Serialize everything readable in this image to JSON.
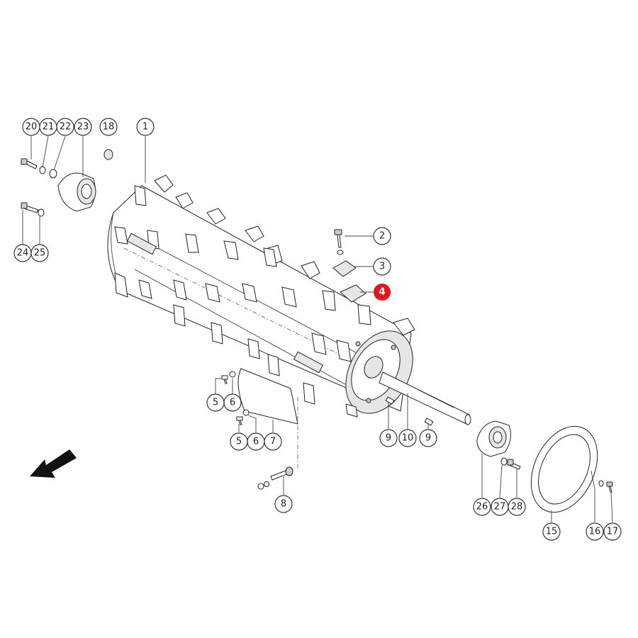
{
  "colors": {
    "highlight": "#e8141c",
    "stroke": "#222222",
    "shade": "#e6e6e6"
  },
  "icons": {
    "direction": "direction-arrow-icon"
  },
  "callouts": [
    {
      "label": "20",
      "highlighted": false
    },
    {
      "label": "21",
      "highlighted": false
    },
    {
      "label": "22",
      "highlighted": false
    },
    {
      "label": "23",
      "highlighted": false
    },
    {
      "label": "18",
      "highlighted": false
    },
    {
      "label": "1",
      "highlighted": false
    },
    {
      "label": "24",
      "highlighted": false
    },
    {
      "label": "25",
      "highlighted": false
    },
    {
      "label": "2",
      "highlighted": false
    },
    {
      "label": "3",
      "highlighted": false
    },
    {
      "label": "4",
      "highlighted": true
    },
    {
      "label": "5",
      "highlighted": false
    },
    {
      "label": "6",
      "highlighted": false
    },
    {
      "label": "5",
      "highlighted": false
    },
    {
      "label": "6",
      "highlighted": false
    },
    {
      "label": "7",
      "highlighted": false
    },
    {
      "label": "9",
      "highlighted": false
    },
    {
      "label": "10",
      "highlighted": false
    },
    {
      "label": "9",
      "highlighted": false
    },
    {
      "label": "8",
      "highlighted": false
    },
    {
      "label": "26",
      "highlighted": false
    },
    {
      "label": "27",
      "highlighted": false
    },
    {
      "label": "28",
      "highlighted": false
    },
    {
      "label": "15",
      "highlighted": false
    },
    {
      "label": "16",
      "highlighted": false
    },
    {
      "label": "17",
      "highlighted": false
    }
  ]
}
